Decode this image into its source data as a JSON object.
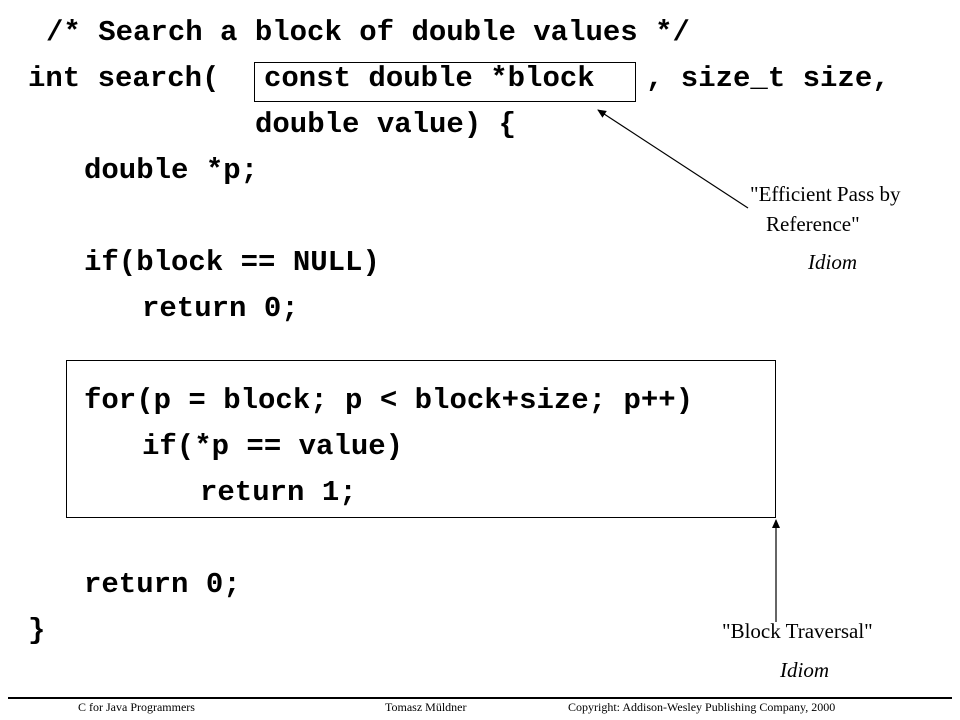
{
  "code": {
    "comment": "/* Search a block of double values */",
    "line1_start": "int search(",
    "line1_boxed": "const double *block",
    "line1_end": ", size_t size,",
    "line2": "double value) {",
    "line3": "double *p;",
    "line4": "if(block == NULL)",
    "line5": "return 0;",
    "line6": "for(p = block; p < block+size; p++)",
    "line7": "if(*p == value)",
    "line8": "return 1;",
    "line9": "return 0;",
    "line10": "}"
  },
  "annotations": {
    "pass_by_reference": {
      "line1": "\"Efficient Pass by",
      "line2": "Reference\"",
      "tag": "Idiom"
    },
    "block_traversal": {
      "label": "\"Block Traversal\"",
      "tag": "Idiom"
    }
  },
  "footer": {
    "left": "C for Java Programmers",
    "center": "Tomasz Müldner",
    "right": "Copyright: Addison-Wesley Publishing Company, 2000"
  }
}
